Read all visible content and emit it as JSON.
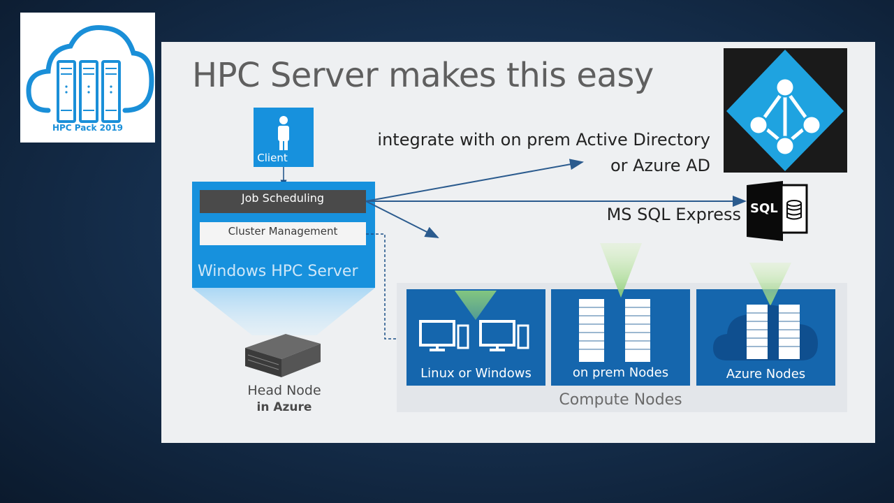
{
  "logo": {
    "caption": "HPC Pack 2019",
    "icon": "cloud-server-icon"
  },
  "slide": {
    "title": "HPC Server makes this easy",
    "client": {
      "label": "Client",
      "icon": "person-icon"
    },
    "server_box": {
      "job_scheduling": "Job Scheduling",
      "cluster_management": "Cluster Management",
      "title": "Windows HPC Server"
    },
    "head_node": {
      "label": "Head Node",
      "sublabel": "in Azure",
      "icon": "rack-server-icon"
    },
    "annotations": {
      "ad_line1": "integrate with on prem Active Directory",
      "ad_line2": "or Azure AD",
      "sql": "MS SQL Express"
    },
    "aad_icon": "azure-active-directory-icon",
    "sql_icon": {
      "icon": "sql-database-icon",
      "text": "SQL"
    },
    "compute_nodes": {
      "label": "Compute Nodes",
      "groups": [
        {
          "label": "Linux or Windows",
          "icon": "workstation-icon"
        },
        {
          "label": "on prem Nodes",
          "icon": "server-rack-icon"
        },
        {
          "label": "Azure Nodes",
          "icon": "cloud-server-icon"
        }
      ]
    }
  },
  "colors": {
    "accent_blue": "#1791dd",
    "node_blue": "#1566ad",
    "dark_bar": "#4a4a4a",
    "green_beam": "#8fd07a",
    "aad_blue": "#1fa3e0"
  }
}
